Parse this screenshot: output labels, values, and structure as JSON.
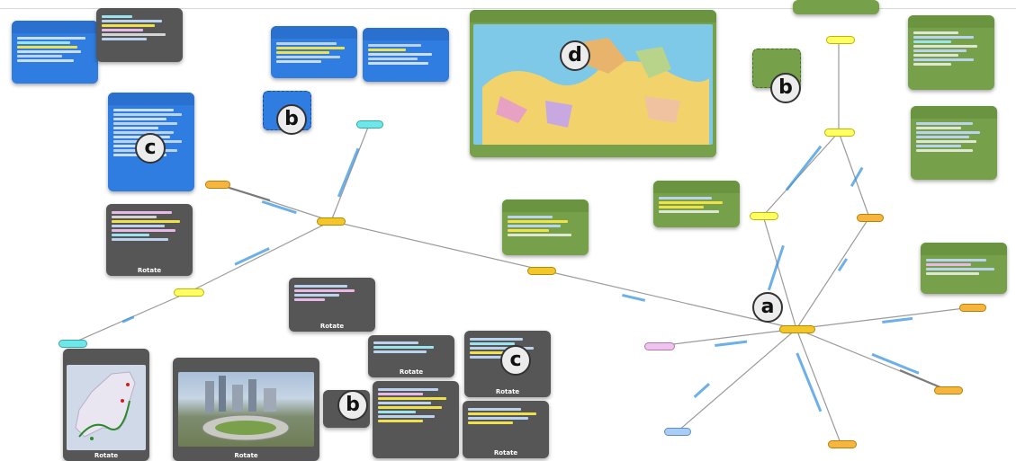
{
  "markers": {
    "a": "a",
    "b1": "b",
    "b2": "b",
    "b3": "b",
    "c1": "c",
    "c2": "c",
    "d": "d"
  },
  "cards": {
    "rotate_label": "Rotate"
  },
  "colors": {
    "blue_card": "#2f7de1",
    "green_card": "#77a04a",
    "dark_card": "#565656",
    "edge": "#999999",
    "edge_label": "#2f8fe0",
    "node_orange": "#f3c72a",
    "node_yellow": "#ffff63",
    "node_cyan": "#6de7e7",
    "node_pink": "#f0c3ef",
    "node_lightblue": "#a9cdf4"
  }
}
